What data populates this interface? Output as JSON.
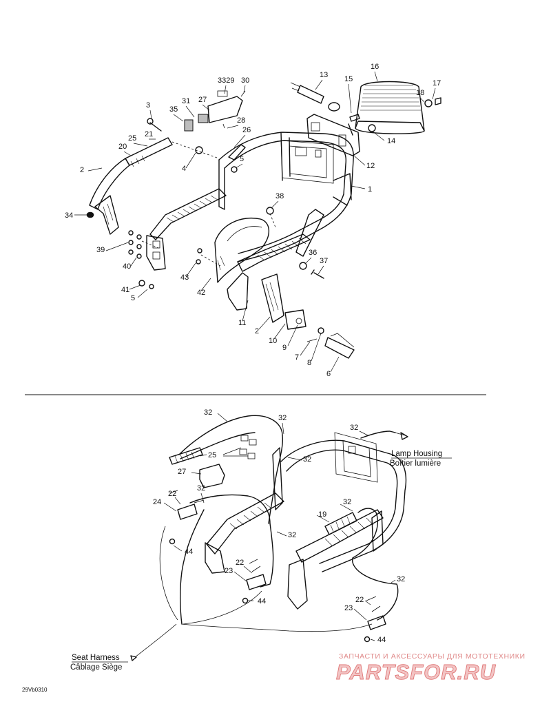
{
  "diagram": {
    "callouts_top": [
      "16",
      "13",
      "3329",
      "30",
      "15",
      "17",
      "18",
      "31",
      "27",
      "35",
      "3",
      "28",
      "26",
      "25",
      "21",
      "20",
      "14",
      "4",
      "5",
      "12",
      "2",
      "1",
      "38",
      "34",
      "39",
      "40",
      "36",
      "37",
      "43",
      "42",
      "41",
      "5",
      "11",
      "2",
      "10",
      "9",
      "7",
      "8",
      "6"
    ],
    "callouts_bottom": [
      "32",
      "32",
      "32",
      "25",
      "32",
      "27",
      "32",
      "22",
      "24",
      "32",
      "19",
      "32",
      "44",
      "22",
      "23",
      "44",
      "32",
      "22",
      "23",
      "44"
    ],
    "notes": {
      "lamp_housing_en": "Lamp Housing",
      "lamp_housing_fr": "Boîtier lumière",
      "seat_harness_en": "Seat Harness",
      "seat_harness_fr": "Câblage Siège"
    },
    "drawing_code": "29Vb0310"
  },
  "watermark": {
    "tagline": "ЗАПЧАСТИ И АКСЕССУАРЫ ДЛЯ МОТОТЕХНИКИ",
    "logo": "PARTSFOR.RU"
  }
}
